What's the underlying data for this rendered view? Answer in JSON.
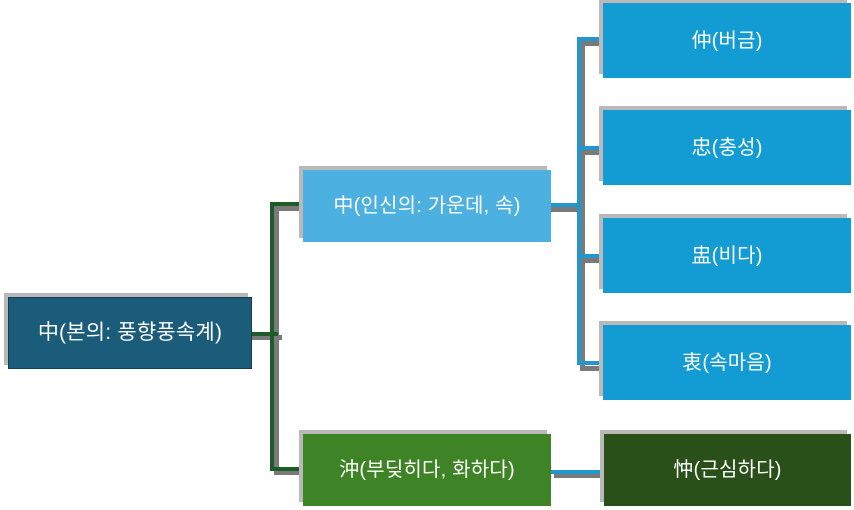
{
  "diagram": {
    "type": "tree",
    "title": "",
    "orientation": "left-to-right",
    "colors": {
      "root_fill": "#1a5c7a",
      "branch_light_blue_fill": "#4cb0e0",
      "leaf_blue_fill": "#139cd4",
      "branch_green_fill": "#3e8427",
      "leaf_dark_green_fill": "#2a501a",
      "connector_blue": "#2196cf",
      "connector_green": "#1d5c29",
      "connector_shadow": "#7a7a7a",
      "box_shadow": "#b9b9b9",
      "text": "#ffffff",
      "background": "#ffffff"
    },
    "nodes": {
      "root": {
        "label": "中(본의: 풍향풍속계)"
      },
      "branch_middle": {
        "label": "中(인신의: 가운데, 속)"
      },
      "branch_collide": {
        "label": "沖(부딪히다, 화하다)"
      },
      "leaves_middle": [
        {
          "label": "仲(버금)"
        },
        {
          "label": "忠(충성)"
        },
        {
          "label": "盅(비다)"
        },
        {
          "label": "衷(속마음)"
        }
      ],
      "leaves_collide": [
        {
          "label": "忡(근심하다)"
        }
      ]
    },
    "edges": [
      {
        "from": "root",
        "to": "branch_middle",
        "color": "#1d5c29"
      },
      {
        "from": "root",
        "to": "branch_collide",
        "color": "#1d5c29"
      },
      {
        "from": "branch_middle",
        "to": "leaf_0",
        "color": "#2196cf"
      },
      {
        "from": "branch_middle",
        "to": "leaf_1",
        "color": "#2196cf"
      },
      {
        "from": "branch_middle",
        "to": "leaf_2",
        "color": "#2196cf"
      },
      {
        "from": "branch_middle",
        "to": "leaf_3",
        "color": "#2196cf"
      },
      {
        "from": "branch_collide",
        "to": "leaf_4",
        "color": "#2196cf"
      }
    ]
  }
}
